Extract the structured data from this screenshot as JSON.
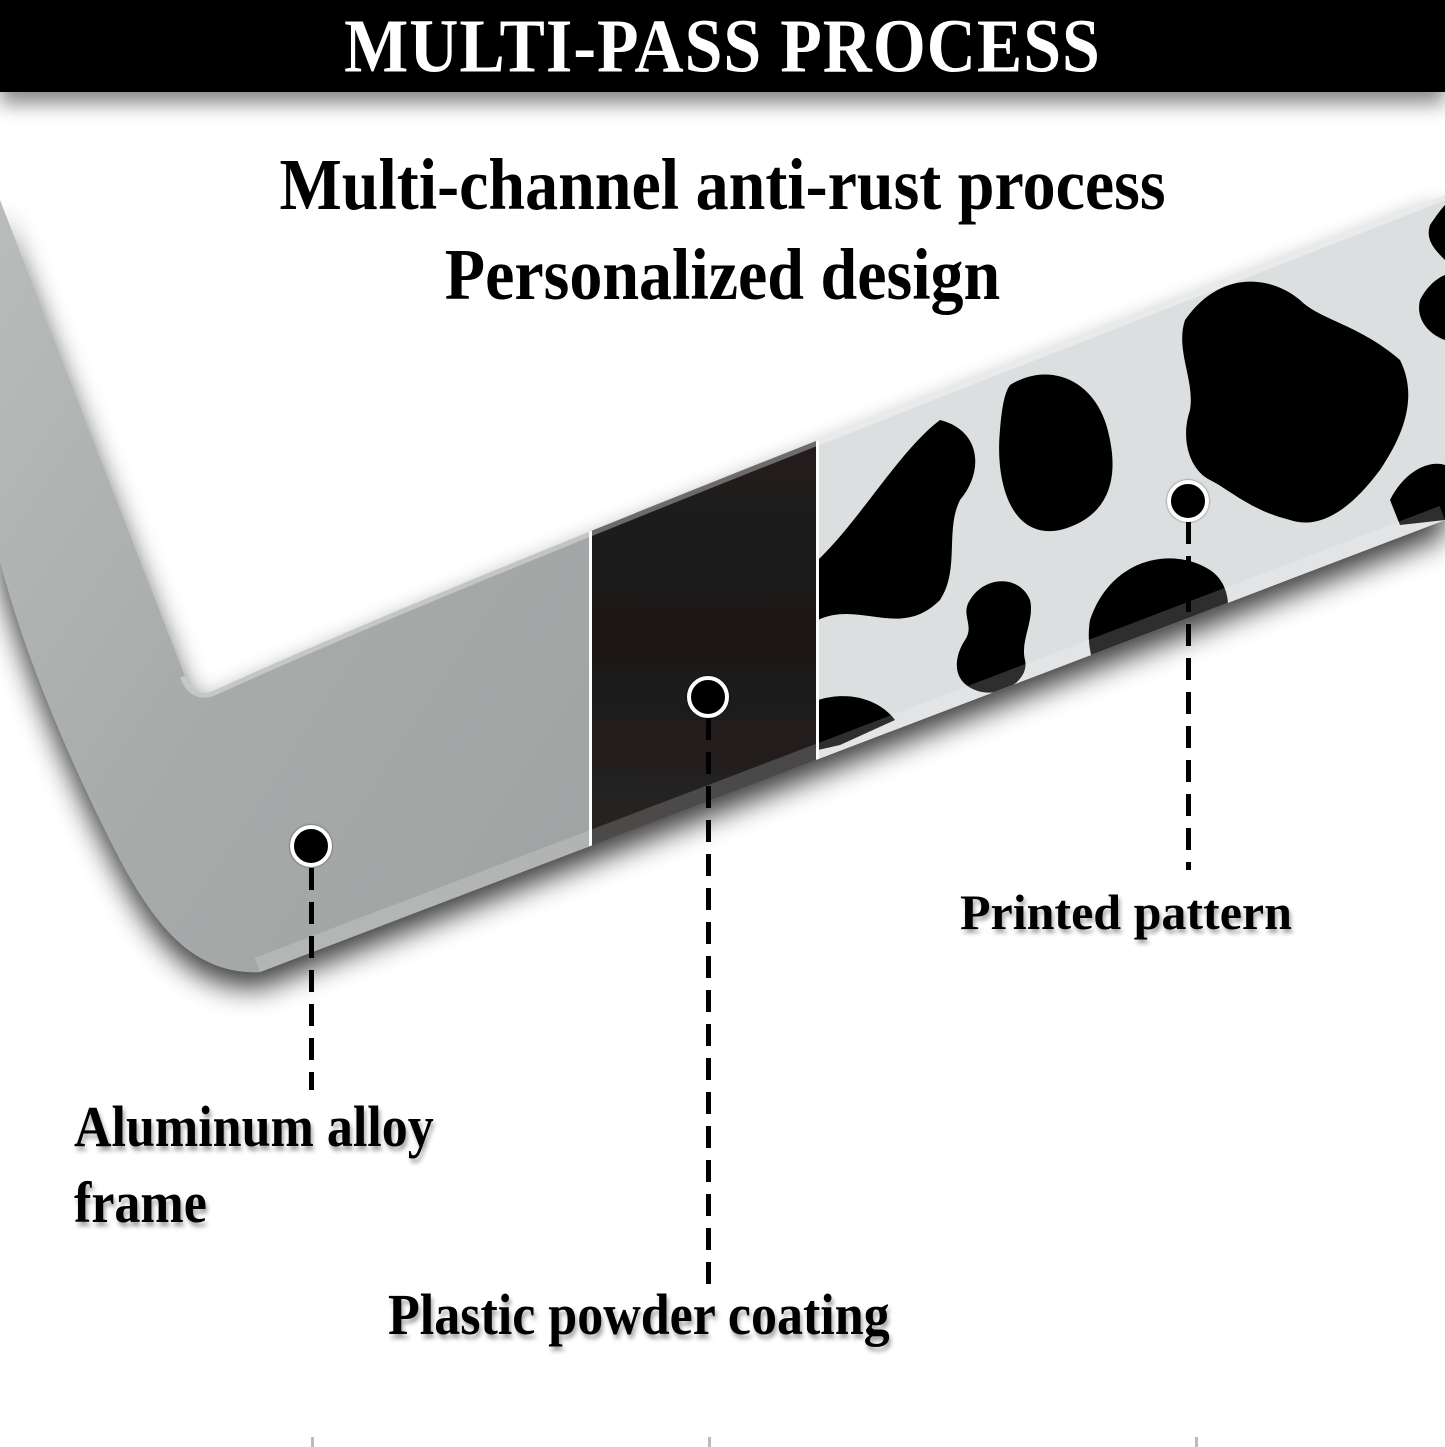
{
  "banner": {
    "title": "MULTI-PASS PROCESS"
  },
  "subtitle": {
    "line1": "Multi-channel anti-rust process",
    "line2": "Personalized design"
  },
  "callouts": [
    {
      "id": "aluminum",
      "label_line1": "Aluminum alloy",
      "label_line2": "frame",
      "marker": "circle-marker-icon"
    },
    {
      "id": "plastic",
      "label": "Plastic powder coating",
      "marker": "circle-marker-icon"
    },
    {
      "id": "printed",
      "label": "Printed pattern",
      "marker": "circle-marker-icon"
    }
  ],
  "frame": {
    "segments": [
      {
        "name": "Aluminum alloy frame",
        "color": "#a9adac"
      },
      {
        "name": "Plastic powder coating",
        "color": "#1c1a1a"
      },
      {
        "name": "Printed pattern",
        "pattern": "cow-print",
        "base_color": "#dcdfe0",
        "spot_color": "#000000"
      }
    ]
  },
  "colors": {
    "banner": "#000000",
    "background": "#ffffff",
    "text": "#000000"
  }
}
